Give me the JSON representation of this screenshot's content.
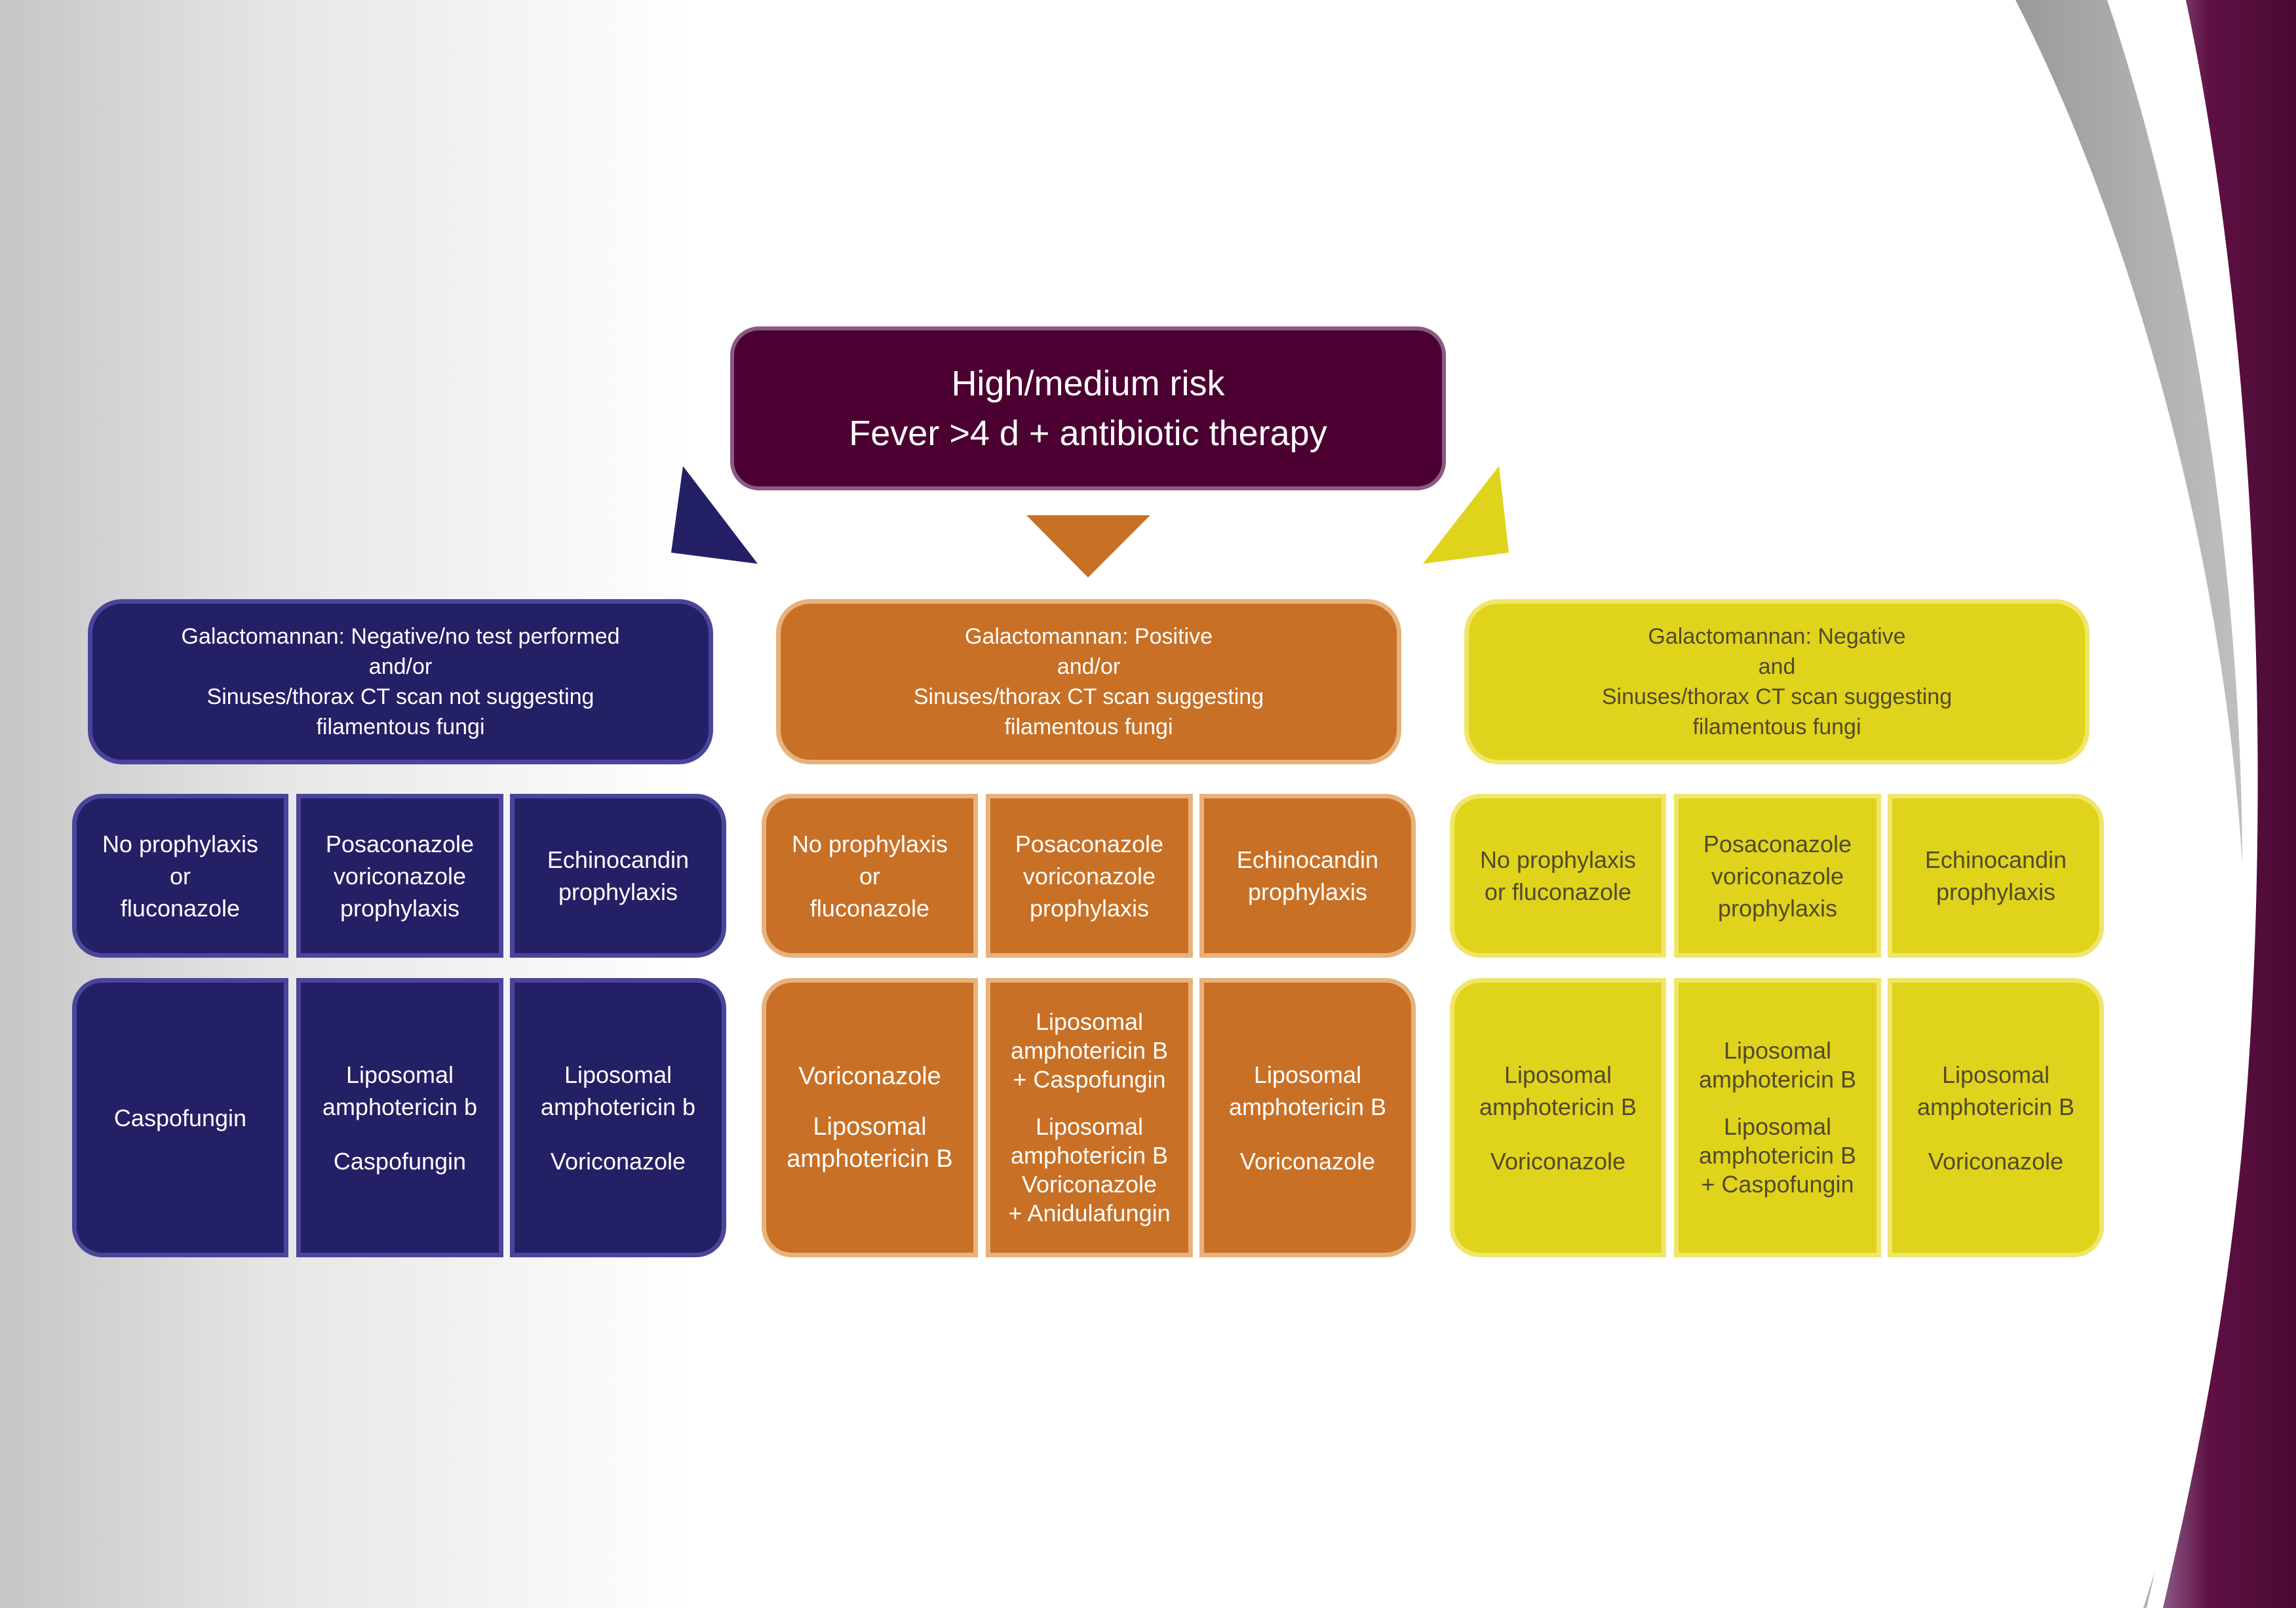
{
  "colors": {
    "top": "#4b0031",
    "navy": "#232066",
    "orange": "#c87026",
    "yellow": "#e0d31c",
    "accent_ribbon": "#5a0c3c"
  },
  "top_box": {
    "line1": "High/medium risk",
    "line2": "Fever >4 d + antibiotic therapy"
  },
  "branches": [
    {
      "header": [
        "Galactomannan: Negative/no test performed",
        "and/or",
        "Sinuses/thorax CT scan not suggesting",
        "filamentous fungi"
      ],
      "prophylaxis": [
        [
          "No prophylaxis",
          "or",
          "fluconazole"
        ],
        [
          "Posaconazole",
          "voriconazole",
          "prophylaxis"
        ],
        [
          "Echinocandin",
          "prophylaxis"
        ]
      ],
      "treatment": [
        [
          "Caspofungin"
        ],
        [
          "Liposomal",
          "amphotericin b",
          "Caspofungin"
        ],
        [
          "Liposomal",
          "amphotericin b",
          "Voriconazole"
        ]
      ]
    },
    {
      "header": [
        "Galactomannan: Positive",
        "and/or",
        "Sinuses/thorax CT scan suggesting",
        "filamentous fungi"
      ],
      "prophylaxis": [
        [
          "No prophylaxis",
          "or",
          "fluconazole"
        ],
        [
          "Posaconazole",
          "voriconazole",
          "prophylaxis"
        ],
        [
          "Echinocandin",
          "prophylaxis"
        ]
      ],
      "treatment": [
        [
          "Voriconazole",
          "Liposomal",
          "amphotericin B"
        ],
        [
          "Liposomal",
          "amphotericin B",
          "+ Caspofungin",
          "Liposomal",
          "amphotericin B",
          "Voriconazole",
          "+ Anidulafungin"
        ],
        [
          "Liposomal",
          "amphotericin B",
          "Voriconazole"
        ]
      ]
    },
    {
      "header": [
        "Galactomannan: Negative",
        "and",
        "Sinuses/thorax CT scan suggesting",
        "filamentous fungi"
      ],
      "prophylaxis": [
        [
          "No prophylaxis",
          "or fluconazole"
        ],
        [
          "Posaconazole",
          "voriconazole",
          "prophylaxis"
        ],
        [
          "Echinocandin",
          "prophylaxis"
        ]
      ],
      "treatment": [
        [
          "Liposomal",
          "amphotericin B",
          "Voriconazole"
        ],
        [
          "Liposomal",
          "amphotericin B",
          "Liposomal",
          "amphotericin B",
          "+ Caspofungin"
        ],
        [
          "Liposomal",
          "amphotericin B",
          "Voriconazole"
        ]
      ]
    }
  ]
}
